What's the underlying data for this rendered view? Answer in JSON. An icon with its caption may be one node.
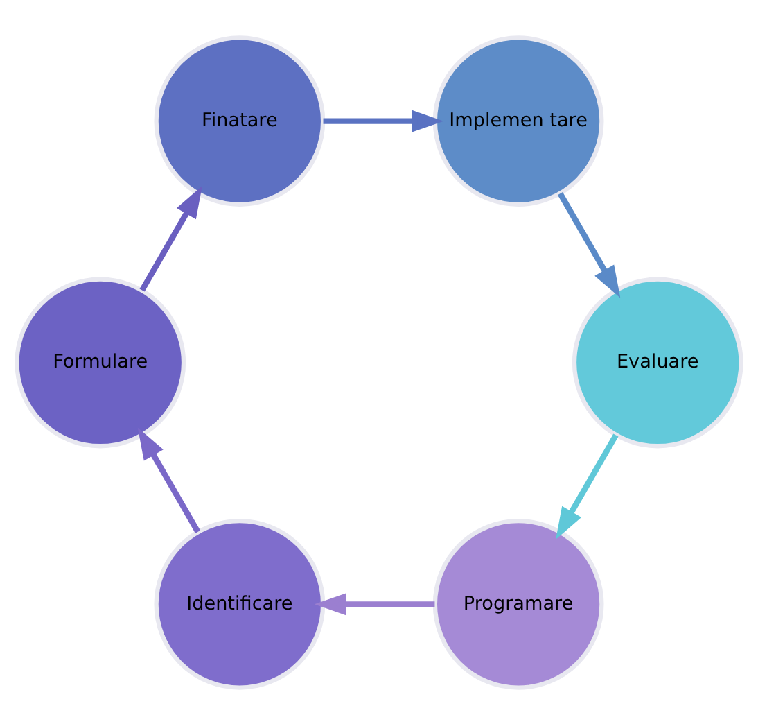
{
  "diagram": {
    "nodes": [
      {
        "text": [
          "Programare"
        ]
      },
      {
        "text": [
          "Identificare"
        ]
      },
      {
        "text": [
          "Formulare"
        ]
      },
      {
        "text": [
          "Finatare"
        ]
      },
      {
        "text": [
          "Implemen tare"
        ]
      },
      {
        "text": [
          "Evaluare"
        ]
      }
    ],
    "edges": [
      {
        "from": 0,
        "to": 1,
        "arrow": "to"
      },
      {
        "from": 1,
        "to": 2,
        "arrow": "to"
      },
      {
        "from": 2,
        "to": 3,
        "arrow": "to"
      },
      {
        "from": 3,
        "to": 4,
        "arrow": "to"
      },
      {
        "from": 4,
        "to": 5,
        "arrow": "to"
      },
      {
        "from": 5,
        "to": 0,
        "arrow": "to"
      }
    ]
  }
}
